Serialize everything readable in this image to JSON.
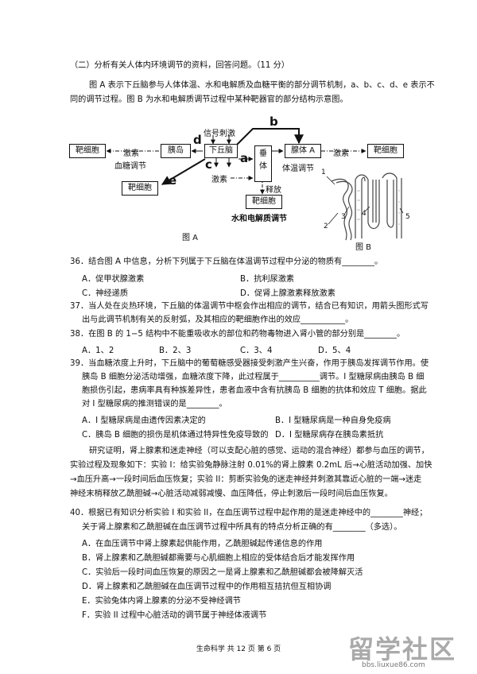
{
  "section": {
    "heading": "（二）分析有关人体内环境调节的资料，回答问题。（11 分）",
    "intro_line1": "图 A 表示下丘脑参与人体体温、水和电解质及血糖平衡的部分调节机制，a、b、c、d、e 表示不",
    "intro_line2": "同的调节过程。图 B 为水和电解质调节过程中某种靶器官的部分结构示意图。"
  },
  "figA": {
    "boxes": {
      "target1": "靶细胞",
      "pancreas": "胰岛",
      "hypothalamus": "下丘脑",
      "pituitary": "垂\n体",
      "adrenal": "腺体 A",
      "target2": "靶细胞",
      "target3": "靶细胞",
      "target4": "靶细胞"
    },
    "labels": {
      "hormone_left": "激素",
      "glucose_reg": "血糖调节",
      "signal": "信号刺激",
      "d": "d",
      "b": "b",
      "c": "c",
      "a": "a",
      "e": "e",
      "hormone_mid": "激素",
      "thermo_reg": "体温调节",
      "hormone_right": "激素",
      "release": "释放",
      "water_reg": "水和电解质调节",
      "caption": "图 A"
    }
  },
  "figB": {
    "numbers": [
      "1",
      "2",
      "3",
      "4",
      "5"
    ],
    "caption": "图 B"
  },
  "q36": {
    "stem": "36．结合图 A 中信息，分析下列属于下丘脑在体温调节过程中分泌的物质有________。",
    "A": "A．促甲状腺激素",
    "B": "B．抗利尿激素",
    "C": "C．神经递质",
    "D": "D．促肾上腺激素释放激素"
  },
  "q37": {
    "line1": "37．当人处在炎热环境，下丘脑的体温调节中枢会作出相应的调节，结合已有知识，用箭头图形式写",
    "line2": "出与此调节机制有关的反射弧，及其相应的靶细胞作出的效应___________。"
  },
  "q38": {
    "stem": "38．在图 B 的 1−5 结构中不能重吸收水的部位和药物毒物进入肾小管的部分别是________。",
    "A": "A．1、2",
    "B": "B．2、3",
    "C": "C．3、4",
    "D": "D．5、4"
  },
  "q39": {
    "line1": "39．当血糖浓度上升时，下丘脑中的葡萄糖感受器接受刺激产生兴奋，作用于胰岛发挥调节作用。使",
    "line2": "胰岛 B 细胞分泌活动增强，血糖浓度下降，此过程属于__________调节。I 型糖尿病由胰岛 B 细",
    "line3": "胞损伤引起，患病率具有种族差异性，患者血液中含有抗胰岛 B 细胞的抗体和效应 T 细胞。据此",
    "line4": "对 I 型糖尿病的推测错误的是________。",
    "A": "A．I 型糖尿病是由遗传因素决定的",
    "B": "B．I 型糖尿病是一种自身免疫病",
    "C": "C．胰岛 B 细胞的损伤是机体通过特异性免疫导致的",
    "D": "D．I 型糖尿病存在胰岛素抵抗"
  },
  "study": {
    "line1": "研究证明，肾上腺素和迷走神经（可以支配心脏的感觉、运动的混合神经）都参与血压的调节，",
    "line2": "实验过程及现象如下：实验 I：给实验兔静脉注射 0.01%的肾上腺素 0.2mL 后→心脏活动加强、加快",
    "line3": "→血压升高→一段时间后血压恢复；实验 II：剪断实验兔的迷走神经并刺激其靠近心脏的一端→迷走",
    "line4": "神经末梢释放乙酰胆碱→心脏活动减弱减慢、血压降低，停止刺激后一段时间后血压恢复。"
  },
  "q40": {
    "line1": "40．根据已有知识分析实验 I 和实验 II，在血压调节过程中起作用的是迷走神经中的________神经；",
    "line2": "关于肾上腺素和乙酰胆碱在血压调节过程中所具有的特点分析正确的有________（多选）。",
    "A": "A．在血压调节中肾上腺素起供能作用，乙酰胆碱起传递信息的作用",
    "B": "B．肾上腺素和乙酰胆碱都需要与心肌细胞上相应的受体结合后才能发挥作用",
    "C": "C．实验后一段时间血压恢复的原因之一是肾上腺素和乙酰胆碱都会被降解灭活",
    "D": "D．肾上腺素和乙酰胆碱在血压调节过程中的作用相互拮抗但互相协调",
    "E": "E．实验兔体内肾上腺素的分泌不受神经调节",
    "F": "F．实验 II 过程中心脏活动的调节属于神经体液调节"
  },
  "footer": "生命科学  共 12 页 第 6 页",
  "watermark": {
    "title": "留学社区",
    "url": "bbs.liuxue86.com"
  }
}
